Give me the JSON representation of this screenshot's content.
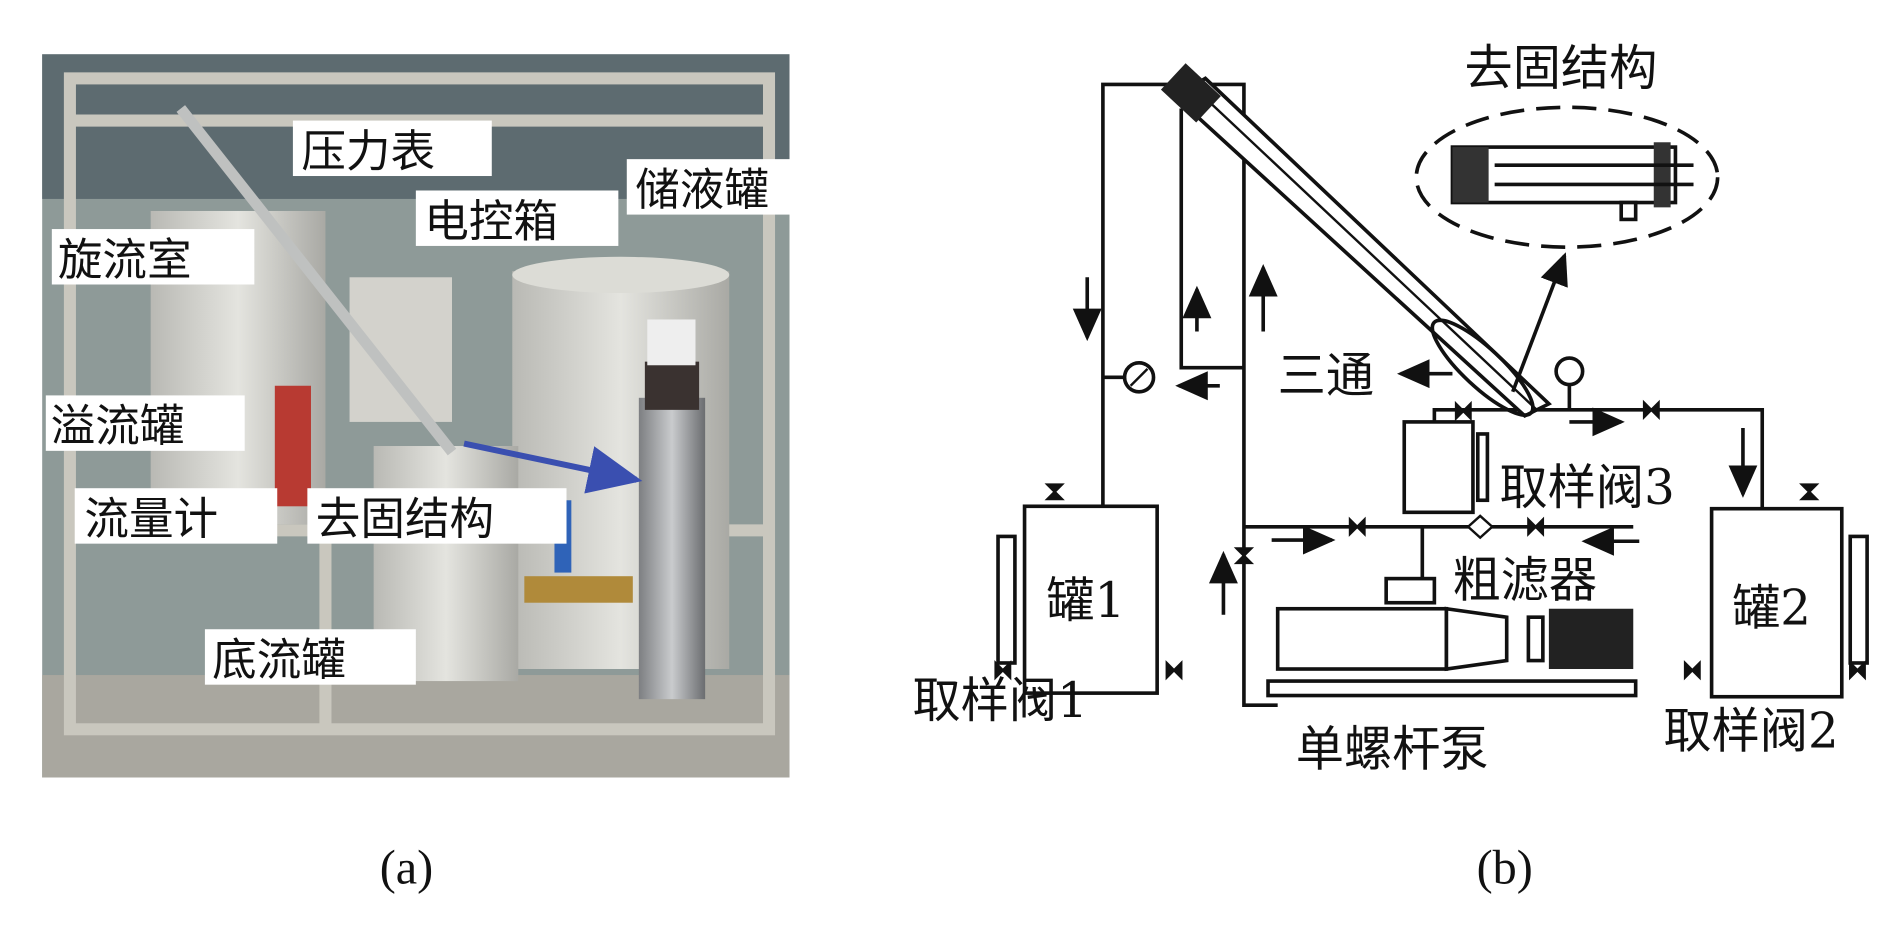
{
  "photo": {
    "caption": "(a)",
    "labels": {
      "pressure_gauge": "压力表",
      "control_box": "电控箱",
      "storage_tank": "储液罐",
      "swirl_chamber": "旋流室",
      "overflow_tank": "溢流罐",
      "flowmeter": "流量计",
      "desolid_structure": "去固结构",
      "underflow_tank": "底流罐"
    },
    "colors": {
      "arrow": "#3a4fb0"
    }
  },
  "diagram": {
    "caption": "(b)",
    "labels": {
      "desolid_structure": "去固结构",
      "tee": "三通",
      "sampling_valve_3": "取样阀3",
      "coarse_filter": "粗滤器",
      "tank_1": "罐1",
      "tank_2": "罐2",
      "sampling_valve_1": "取样阀1",
      "sampling_valve_2": "取样阀2",
      "screw_pump": "单螺杆泵"
    }
  }
}
